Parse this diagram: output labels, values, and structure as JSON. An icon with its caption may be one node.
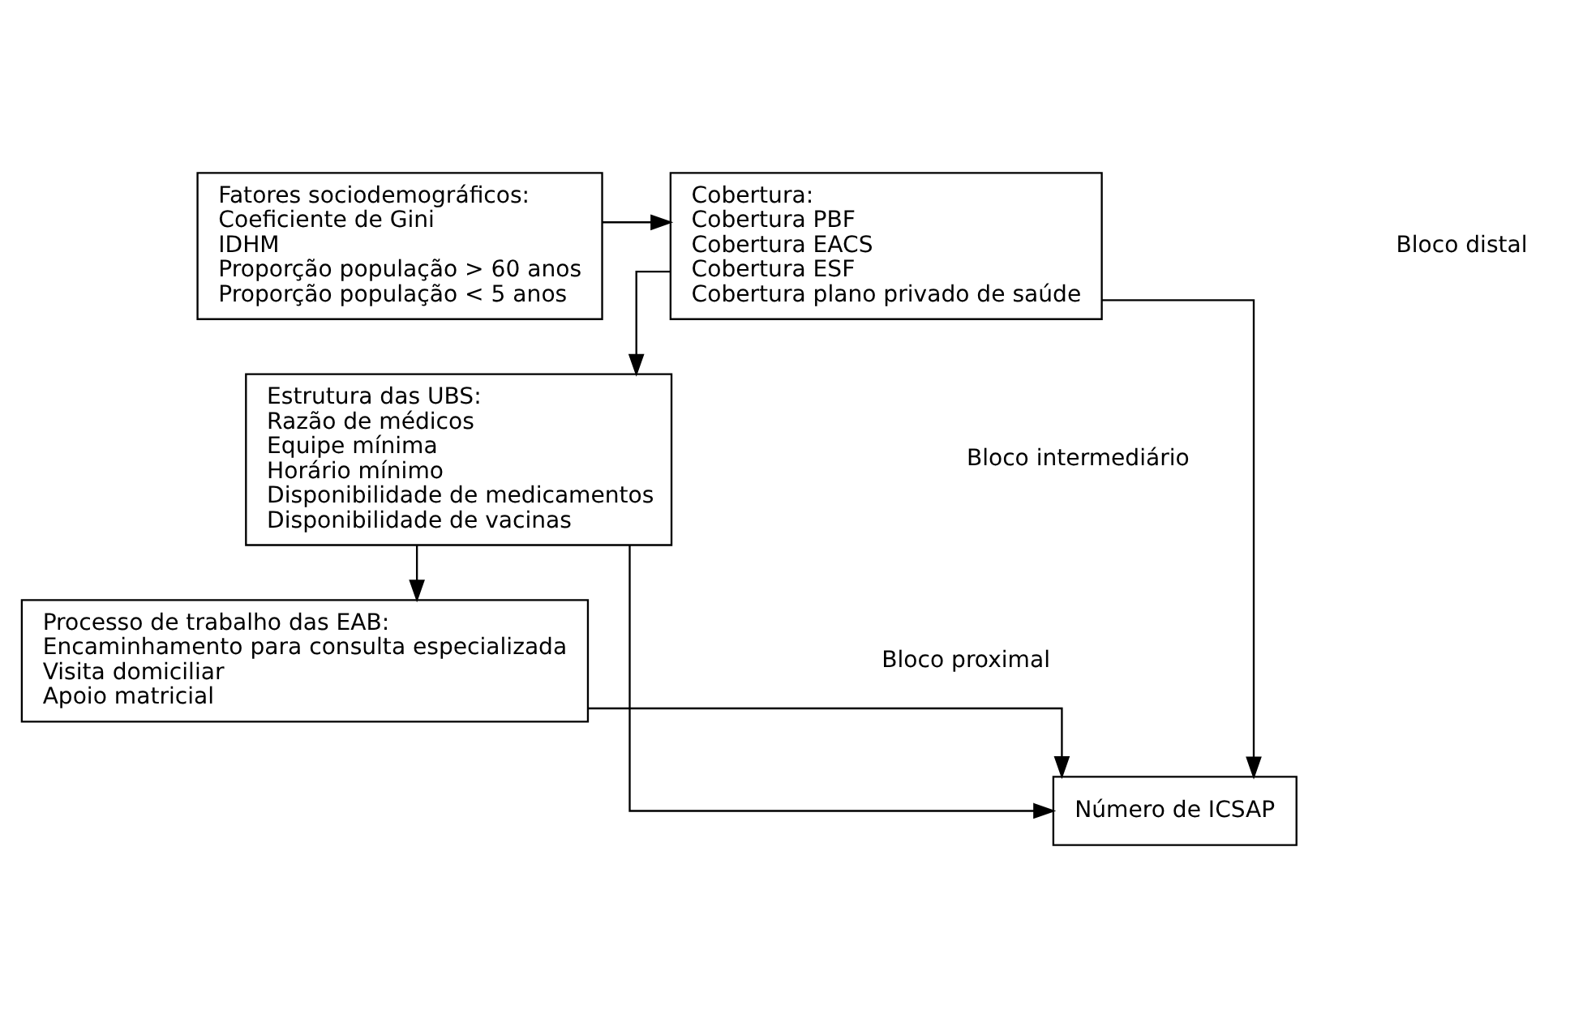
{
  "diagram": {
    "nodes": [
      {
        "text": [
          "Fatores sociodemográficos:",
          "Coeficiente de Gini",
          "IDHM",
          "Proporção população > 60 anos",
          "Proporção população < 5 anos"
        ]
      },
      {
        "text": [
          "Cobertura:",
          "Cobertura PBF",
          "Cobertura EACS",
          "Cobertura ESF",
          "Cobertura plano privado de saúde"
        ]
      },
      {
        "text": [
          "Estrutura das UBS:",
          "Razão de médicos",
          "Equipe mínima",
          "Horário mínimo",
          "Disponibilidade de medicamentos",
          "Disponibilidade de vacinas"
        ]
      },
      {
        "text": [
          "Processo de trabalho das EAB:",
          "Encaminhamento para consulta especializada",
          "Visita domiciliar",
          "Apoio matricial"
        ]
      },
      {
        "text": [
          "Número de ICSAP"
        ]
      }
    ],
    "edges": [
      {
        "from": 0,
        "to": 1,
        "arrow": "to"
      },
      {
        "from": 1,
        "to": 2,
        "arrow": "to"
      },
      {
        "from": 2,
        "to": 3,
        "arrow": "to"
      },
      {
        "from": 3,
        "to": 4,
        "arrow": "to"
      },
      {
        "from": 2,
        "to": 4,
        "arrow": "to"
      },
      {
        "from": 1,
        "to": 4,
        "arrow": "to"
      }
    ],
    "labels": [
      "Bloco distal",
      "Bloco intermediário",
      "Bloco proximal"
    ]
  }
}
